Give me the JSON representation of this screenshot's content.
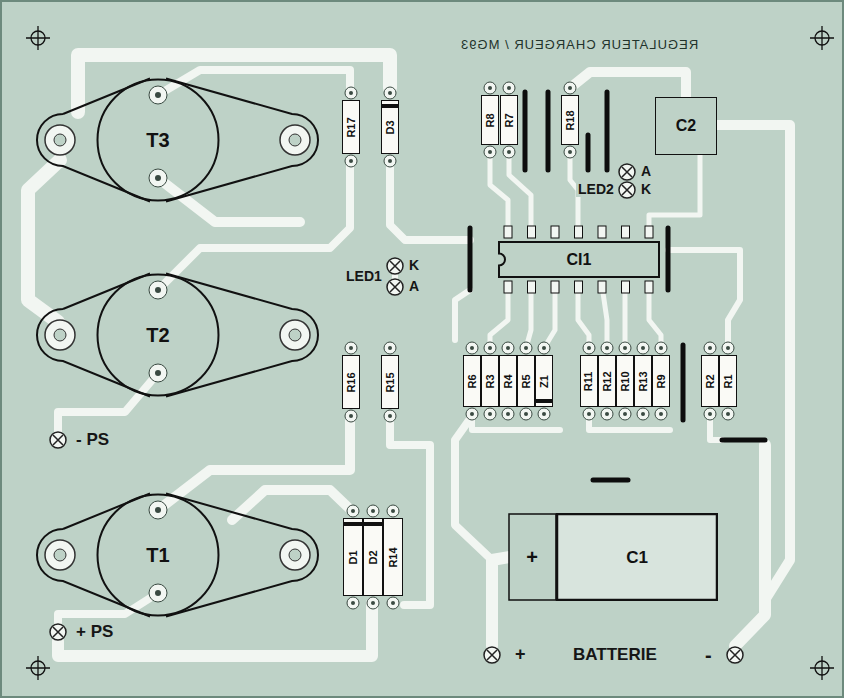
{
  "diagram": {
    "title": "REGULATEUR CHARGEUR / MG93",
    "nodes": [
      {
        "text": [
          "T3"
        ]
      },
      {
        "text": [
          "R17"
        ]
      },
      {
        "text": [
          "D3"
        ]
      },
      {
        "text": [
          "R8"
        ]
      },
      {
        "text": [
          "R7"
        ]
      },
      {
        "text": [
          "R18"
        ]
      },
      {
        "text": [
          "C2"
        ]
      },
      {
        "text": [
          "CI1"
        ]
      },
      {
        "text": [
          "T2"
        ]
      },
      {
        "text": [
          "R16"
        ]
      },
      {
        "text": [
          "R15"
        ]
      },
      {
        "text": [
          "R6"
        ]
      },
      {
        "text": [
          "R3"
        ]
      },
      {
        "text": [
          "R4"
        ]
      },
      {
        "text": [
          "R5"
        ]
      },
      {
        "text": [
          "Z1"
        ]
      },
      {
        "text": [
          "R11"
        ]
      },
      {
        "text": [
          "R12"
        ]
      },
      {
        "text": [
          "R10"
        ]
      },
      {
        "text": [
          "R13"
        ]
      },
      {
        "text": [
          "R9"
        ]
      },
      {
        "text": [
          "R2"
        ]
      },
      {
        "text": [
          "R1"
        ]
      },
      {
        "text": [
          "T1"
        ]
      },
      {
        "text": [
          "D1"
        ]
      },
      {
        "text": [
          "D2"
        ]
      },
      {
        "text": [
          "R14"
        ]
      },
      {
        "text": [
          "+",
          "C1"
        ]
      }
    ],
    "labels": [
      "LED2",
      "A",
      "K",
      "LED1",
      "K",
      "A",
      "- PS",
      "+ PS",
      "+",
      "BATTERIE",
      "-"
    ]
  }
}
